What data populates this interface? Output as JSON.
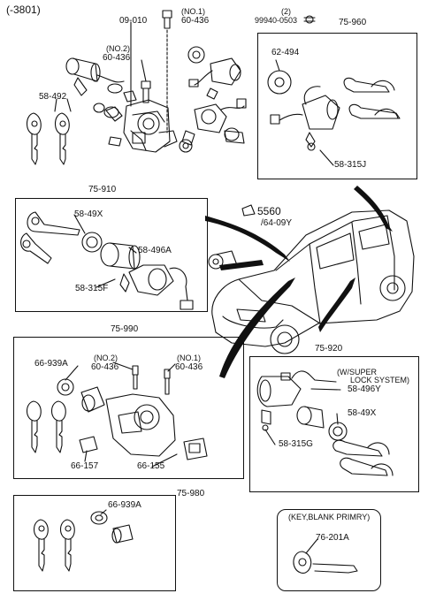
{
  "page": {
    "code": "(-3801)"
  },
  "top_group": {
    "assembly": "09-010",
    "no1": {
      "tag": "(NO.1)",
      "part": "60-436"
    },
    "no2": {
      "tag": "(NO.2)",
      "part": "60-436"
    },
    "key": "58-492"
  },
  "nut_callout": {
    "qty": "(2)",
    "part": "99940-0503"
  },
  "box_75960": {
    "assembly": "75-960",
    "washer": "62-494",
    "part": "58-315J"
  },
  "box_75910": {
    "assembly": "75-910",
    "cylinder": "58-49X",
    "lock": "58-496A",
    "clip": "58-315F"
  },
  "car_callout": {
    "line1": "5560",
    "line2": "/64-09Y"
  },
  "box_75990": {
    "assembly": "75-990",
    "no2": {
      "tag": "(NO.2)",
      "part": "60-436"
    },
    "no1": {
      "tag": "(NO.1)",
      "part": "60-436"
    },
    "ring": "66-939A",
    "bracket": "66-157",
    "connector": "66-155"
  },
  "box_75920": {
    "assembly": "75-920",
    "note_line1": "(W/SUPER",
    "note_line2": "LOCK SYSTEM)",
    "lock": "58-496Y",
    "cylinder": "58-49X",
    "clip": "58-315G"
  },
  "box_75980": {
    "assembly": "75-980",
    "ring": "66-939A"
  },
  "blank_box": {
    "title": "(KEY,BLANK PRIMRY)",
    "part": "76-201A"
  }
}
